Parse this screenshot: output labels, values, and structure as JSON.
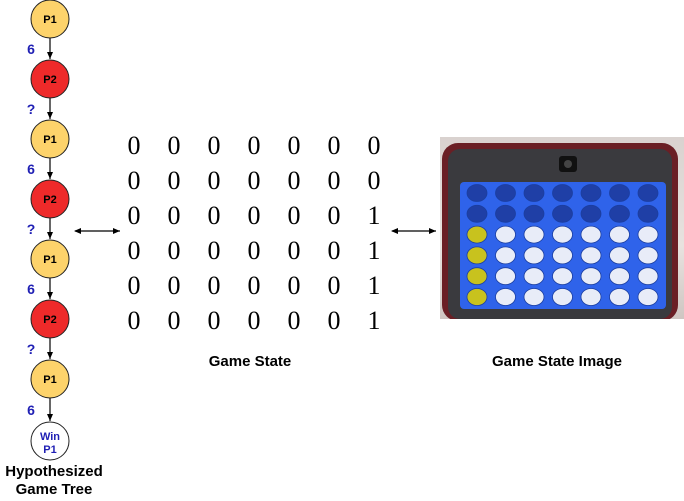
{
  "tree": {
    "nodes": [
      {
        "label": "P1",
        "player": "P1"
      },
      {
        "label": "P2",
        "player": "P2"
      },
      {
        "label": "P1",
        "player": "P1"
      },
      {
        "label": "P2",
        "player": "P2"
      },
      {
        "label": "P1",
        "player": "P1"
      },
      {
        "label": "P2",
        "player": "P2"
      },
      {
        "label": "P1",
        "player": "P1"
      }
    ],
    "edge_labels": [
      "6",
      "?",
      "6",
      "?",
      "6",
      "?",
      "6"
    ],
    "terminal": {
      "line1": "Win",
      "line2": "P1"
    },
    "caption_line1": "Hypothesized",
    "caption_line2": "Game Tree"
  },
  "colors": {
    "p1_fill": "#fdd36b",
    "p2_fill": "#ee2a2a",
    "edge_label": "#1f1fb4",
    "board_blue": "#2f63ea",
    "yellow_piece": "#c8c21e",
    "frame": "#6a1f25"
  },
  "game_state": {
    "matrix": [
      [
        "0",
        "0",
        "0",
        "0",
        "0",
        "0",
        "0"
      ],
      [
        "0",
        "0",
        "0",
        "0",
        "0",
        "0",
        "0"
      ],
      [
        "0",
        "0",
        "0",
        "0",
        "0",
        "0",
        "1"
      ],
      [
        "0",
        "0",
        "0",
        "0",
        "0",
        "0",
        "1"
      ],
      [
        "0",
        "0",
        "0",
        "0",
        "0",
        "0",
        "1"
      ],
      [
        "0",
        "0",
        "0",
        "0",
        "0",
        "0",
        "1"
      ]
    ],
    "caption": "Game State"
  },
  "game_image": {
    "caption": "Game State Image",
    "rows": 6,
    "cols": 7,
    "yellow_pieces": [
      [
        2,
        0
      ],
      [
        3,
        0
      ],
      [
        4,
        0
      ],
      [
        5,
        0
      ]
    ]
  }
}
